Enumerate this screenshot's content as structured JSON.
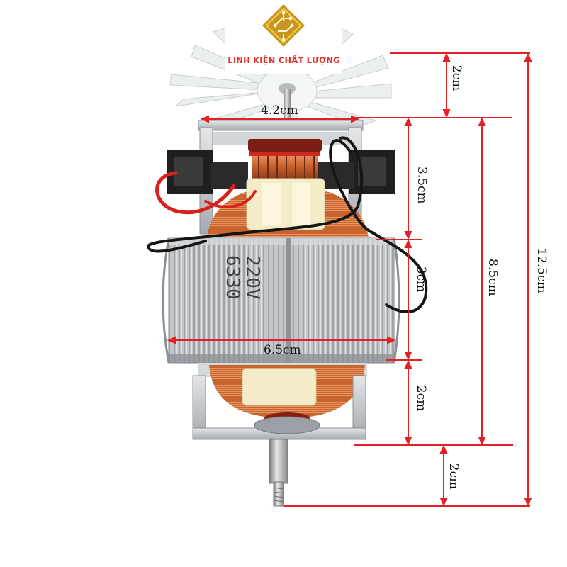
{
  "brand": {
    "name": "LINH KIỆN CHẤT LƯỢNG",
    "color": "#e0312b",
    "logo_icon": "circuit-diamond-icon",
    "logo_colors": [
      "#c8961e",
      "#f2c94c"
    ]
  },
  "product": {
    "housing_label_line1": "6330",
    "housing_label_line2": "220V"
  },
  "dimension_color": "#e41f26",
  "dimensions": {
    "fan_width": "4.2cm",
    "fan_height": "2cm",
    "brush_height": "3.5cm",
    "stator_height": "3cm",
    "stator_width": "6.5cm",
    "lower_coil_height": "2cm",
    "body_height": "8.5cm",
    "shaft_height": "2cm",
    "total_height": "12.5cm"
  }
}
